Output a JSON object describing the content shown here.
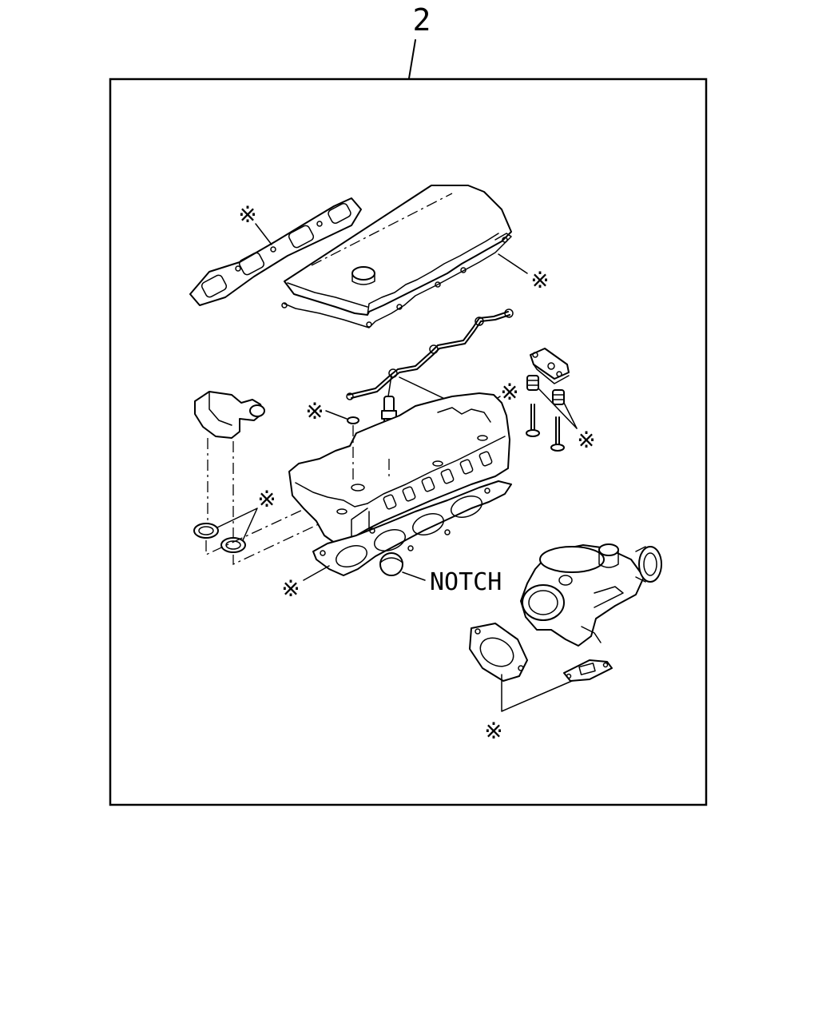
{
  "item_number": "2",
  "callouts": {
    "notch_label": "NOTCH"
  },
  "kit_marker_symbol": "※",
  "parts": [
    "exhaust-manifold-gasket",
    "cylinder-head-cover-gasket",
    "fuel-injection-pipe",
    "injector",
    "glow-plug-connector",
    "valve-stem-seals",
    "thermostat-housing",
    "o-rings",
    "cylinder-head",
    "cylinder-head-gasket",
    "turbocharger",
    "turbocharger-gaskets"
  ]
}
